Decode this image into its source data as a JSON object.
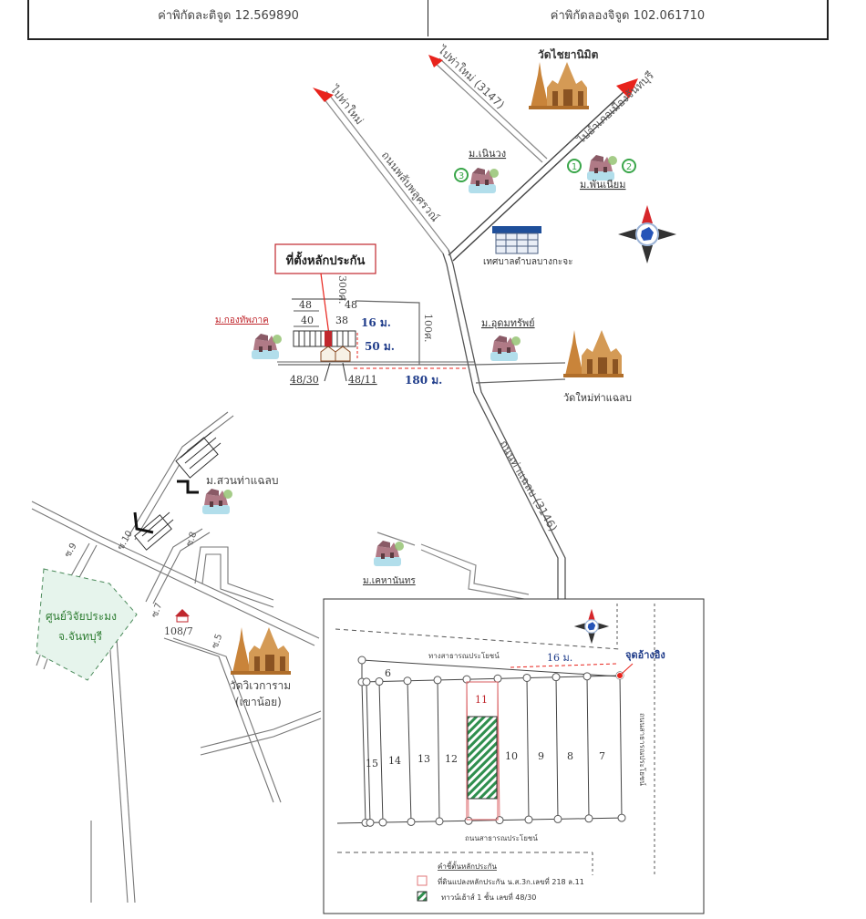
{
  "header": {
    "latitude_label": "ค่าพิกัดละติจูด 12.569890",
    "longitude_label": "ค่าพิกัดลองจิจูด 102.061710"
  },
  "roads": {
    "to_tha_mai_left": "ไปท่าใหม่",
    "to_tha_mai_3147": "ไปท่าใหม่ (3147)",
    "to_chanthaburi": "ไปอำเภอเมืองจันทบุรี",
    "road_left": "ถนนพลับพลูศรวณ์",
    "road_tha_chalaep": "ถนนท่าแฉลบ (3146)",
    "soi_100": "100ศ.",
    "soi_300": "300ศ.",
    "soi_9": "ซ.9",
    "soi_10": "ซ.10",
    "soi_8": "ซ.8",
    "soi_7": "ซ.7",
    "soi_5": "ซ.5"
  },
  "places": {
    "wat_chai": "วัดไชยานิมิต",
    "village_noen": "ม.เนินวง",
    "village_phan": "ม.พันเนียม",
    "municipality": "เทศบาลตำบลบางกะจะ",
    "collateral_title": "ที่ตั้งหลักประกัน",
    "village_kong": "ม.กองทัพภาค",
    "village_udom": "ม.อุดมทรัพย์",
    "wat_mai": "วัดใหม่ท่าแฉลบ",
    "village_suan": "ม.สวนท่าแฉลบ",
    "village_khe": "ม.เคหานันทร",
    "research_center_line1": "ศูนย์วิจัยประมง",
    "research_center_line2": "จ.จันทบุรี",
    "house_108": "108/7",
    "wat_wiwek_line1": "วัดวิเวการาม",
    "wat_wiwek_line2": "(เขาน้อย)",
    "marker_1": "1",
    "marker_2": "2",
    "marker_3": "3"
  },
  "site": {
    "lot_48a": "48",
    "lot_40": "40",
    "lot_48b": "48",
    "lot_38": "38",
    "lot_4830": "48/30",
    "lot_4811": "48/11",
    "dist_16": "16 ม.",
    "dist_50": "50 ม.",
    "dist_180": "180 ม."
  },
  "inset": {
    "road_top": "ทางสาธารณประโยชน์",
    "dist_16": "16 ม.",
    "reference_point": "จุดอ้างอิง",
    "road_bottom": "ถนนสาธารณประโยชน์",
    "road_right": "ถนนสาธารณประโยชน์",
    "lots": [
      "15",
      "14",
      "13",
      "12",
      "11",
      "10",
      "9",
      "8",
      "7",
      "6"
    ],
    "legend_title": "คำชี้ตั้นหลักประกัน",
    "legend_item1": "ที่ดินแปลงหลักประกัน น.ส.3ก.เลขที่ 218 ล.11",
    "legend_item2": "ทาวน์เฮ้าส์ 1 ชั้น เลขที่ 48/30"
  },
  "colors": {
    "arrow_red": "#e8231c",
    "label_red": "#c0272d",
    "blue_text": "#1f3c8a",
    "green_marker": "#3aa64a",
    "temple_gold": "#c9843a",
    "research_green": "#2e7d32",
    "research_fill": "#e6f4ec",
    "hatch_green": "#2f8f4e"
  }
}
